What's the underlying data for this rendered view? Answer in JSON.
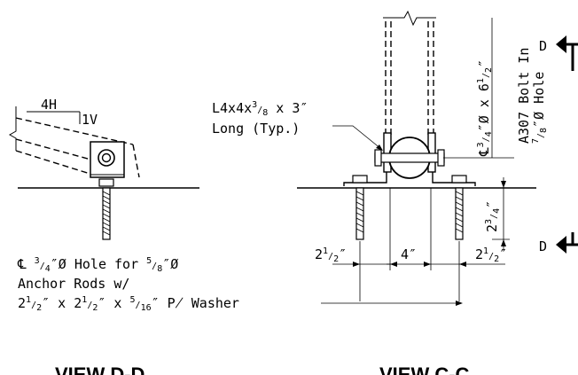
{
  "slope": {
    "horizontal": "4H",
    "vertical": "1V"
  },
  "angle_callout": {
    "line1": "L4x4x",
    "frac_num": "3",
    "frac_den": "8",
    "line1_tail": " x 3″",
    "line2": "Long (Typ.)"
  },
  "bolt_callout": {
    "cl": "℄",
    "frac_num": "3",
    "frac_den": "4",
    "text_a": "″Ø x 6",
    "whole": "",
    "half_num": "1",
    "half_den": "2",
    "unit": "″",
    "line2": "A307 Bolt In",
    "hole_frac_num": "7",
    "hole_frac_den": "8",
    "line3_tail": "″Ø Hole"
  },
  "section_marks": {
    "top": "D",
    "bottom": "D"
  },
  "dims": {
    "embed_whole": "2",
    "embed_num": "3",
    "embed_den": "4",
    "embed_unit": "″",
    "left_whole": "2",
    "left_num": "1",
    "left_den": "2",
    "left_unit": "″",
    "center": "4″",
    "right_whole": "2",
    "right_num": "1",
    "right_den": "2",
    "right_unit": "″"
  },
  "hole_note": {
    "line1_a": "℄ ",
    "line1_frac1_num": "3",
    "line1_frac1_den": "4",
    "line1_b": "″Ø Hole for ",
    "line1_frac2_num": "5",
    "line1_frac2_den": "8",
    "line1_c": "″Ø",
    "line2": "Anchor Rods w/",
    "line3_a": "2",
    "line3_h1_num": "1",
    "line3_h1_den": "2",
    "line3_b": "″ x 2",
    "line3_h2_num": "1",
    "line3_h2_den": "2",
    "line3_c": "″ x ",
    "line3_f_num": "5",
    "line3_f_den": "16",
    "line3_d": "″ ",
    "plate_symbol": "P̸",
    "line3_e": " Washer"
  },
  "view_titles": {
    "left": "VIEW  D-D",
    "right": "VIEW  C-C"
  }
}
